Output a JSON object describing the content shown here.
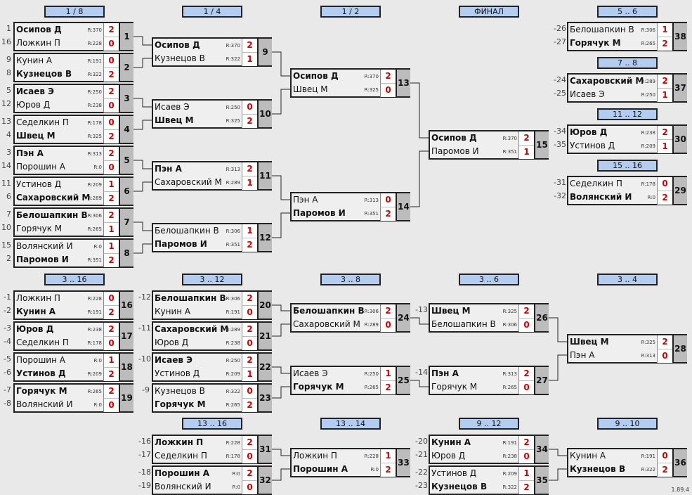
{
  "headers": [
    {
      "label": "1 / 8"
    },
    {
      "label": "1 / 4"
    },
    {
      "label": "1 / 2"
    },
    {
      "label": "ФИНАЛ"
    },
    {
      "label": "5 .. 6"
    },
    {
      "label": "7 .. 8"
    },
    {
      "label": "11 .. 12"
    },
    {
      "label": "15 .. 16"
    },
    {
      "label": "3 .. 16"
    },
    {
      "label": "3 .. 12"
    },
    {
      "label": "3 .. 8"
    },
    {
      "label": "3 .. 6"
    },
    {
      "label": "3 .. 4"
    },
    {
      "label": "13 .. 16"
    },
    {
      "label": "13 .. 14"
    },
    {
      "label": "9 .. 12"
    },
    {
      "label": "9 .. 10"
    }
  ],
  "matches": [
    {
      "no": "1",
      "p1": {
        "seed": "1",
        "name": "Осипов Д",
        "rating": "R:370",
        "score": "2",
        "win": true
      },
      "p2": {
        "seed": "16",
        "name": "Ложкин П",
        "rating": "R:228",
        "score": "0",
        "win": false
      }
    },
    {
      "no": "2",
      "p1": {
        "seed": "9",
        "name": "Кунин А",
        "rating": "R:191",
        "score": "0",
        "win": false
      },
      "p2": {
        "seed": "8",
        "name": "Кузнецов В",
        "rating": "R:322",
        "score": "2",
        "win": true
      }
    },
    {
      "no": "3",
      "p1": {
        "seed": "5",
        "name": "Исаев Э",
        "rating": "R:250",
        "score": "2",
        "win": true
      },
      "p2": {
        "seed": "12",
        "name": "Юров Д",
        "rating": "R:238",
        "score": "0",
        "win": false
      }
    },
    {
      "no": "4",
      "p1": {
        "seed": "13",
        "name": "Седелкин П",
        "rating": "R:178",
        "score": "0",
        "win": false
      },
      "p2": {
        "seed": "4",
        "name": "Швец М",
        "rating": "R:325",
        "score": "2",
        "win": true
      }
    },
    {
      "no": "5",
      "p1": {
        "seed": "3",
        "name": "Пэн А",
        "rating": "R:313",
        "score": "2",
        "win": true
      },
      "p2": {
        "seed": "14",
        "name": "Порошин А",
        "rating": "R:0",
        "score": "0",
        "win": false
      }
    },
    {
      "no": "6",
      "p1": {
        "seed": "11",
        "name": "Устинов Д",
        "rating": "R:209",
        "score": "1",
        "win": false
      },
      "p2": {
        "seed": "6",
        "name": "Сахаровский М",
        "rating": "R:289",
        "score": "2",
        "win": true
      }
    },
    {
      "no": "7",
      "p1": {
        "seed": "7",
        "name": "Белошапкин В",
        "rating": "R:306",
        "score": "2",
        "win": true
      },
      "p2": {
        "seed": "10",
        "name": "Горячук М",
        "rating": "R:265",
        "score": "1",
        "win": false
      }
    },
    {
      "no": "8",
      "p1": {
        "seed": "15",
        "name": "Волянский И",
        "rating": "R:0",
        "score": "1",
        "win": false
      },
      "p2": {
        "seed": "2",
        "name": "Паромов И",
        "rating": "R:351",
        "score": "2",
        "win": true
      }
    },
    {
      "no": "9",
      "p1": {
        "seed": "",
        "name": "Осипов Д",
        "rating": "R:370",
        "score": "2",
        "win": true
      },
      "p2": {
        "seed": "",
        "name": "Кузнецов В",
        "rating": "R:322",
        "score": "1",
        "win": false
      }
    },
    {
      "no": "10",
      "p1": {
        "seed": "",
        "name": "Исаев Э",
        "rating": "R:250",
        "score": "0",
        "win": false
      },
      "p2": {
        "seed": "",
        "name": "Швец М",
        "rating": "R:325",
        "score": "2",
        "win": true
      }
    },
    {
      "no": "11",
      "p1": {
        "seed": "",
        "name": "Пэн А",
        "rating": "R:313",
        "score": "2",
        "win": true
      },
      "p2": {
        "seed": "",
        "name": "Сахаровский М",
        "rating": "R:289",
        "score": "1",
        "win": false
      }
    },
    {
      "no": "12",
      "p1": {
        "seed": "",
        "name": "Белошапкин В",
        "rating": "R:306",
        "score": "1",
        "win": false
      },
      "p2": {
        "seed": "",
        "name": "Паромов И",
        "rating": "R:351",
        "score": "2",
        "win": true
      }
    },
    {
      "no": "13",
      "p1": {
        "seed": "",
        "name": "Осипов Д",
        "rating": "R:370",
        "score": "2",
        "win": true
      },
      "p2": {
        "seed": "",
        "name": "Швец М",
        "rating": "R:325",
        "score": "0",
        "win": false
      }
    },
    {
      "no": "14",
      "p1": {
        "seed": "",
        "name": "Пэн А",
        "rating": "R:313",
        "score": "0",
        "win": false
      },
      "p2": {
        "seed": "",
        "name": "Паромов И",
        "rating": "R:351",
        "score": "2",
        "win": true
      }
    },
    {
      "no": "15",
      "p1": {
        "seed": "",
        "name": "Осипов Д",
        "rating": "R:370",
        "score": "2",
        "win": true
      },
      "p2": {
        "seed": "",
        "name": "Паромов И",
        "rating": "R:351",
        "score": "1",
        "win": false
      }
    },
    {
      "no": "38",
      "p1": {
        "seed": "-26",
        "name": "Белошапкин В",
        "rating": "R:306",
        "score": "1",
        "win": false
      },
      "p2": {
        "seed": "-27",
        "name": "Горячук М",
        "rating": "R:265",
        "score": "2",
        "win": true
      }
    },
    {
      "no": "37",
      "p1": {
        "seed": "-24",
        "name": "Сахаровский М",
        "rating": "R:289",
        "score": "2",
        "win": true
      },
      "p2": {
        "seed": "-25",
        "name": "Исаев Э",
        "rating": "R:250",
        "score": "1",
        "win": false
      }
    },
    {
      "no": "30",
      "p1": {
        "seed": "-34",
        "name": "Юров Д",
        "rating": "R:238",
        "score": "2",
        "win": true
      },
      "p2": {
        "seed": "-35",
        "name": "Устинов Д",
        "rating": "R:209",
        "score": "1",
        "win": false
      }
    },
    {
      "no": "29",
      "p1": {
        "seed": "-31",
        "name": "Седелкин П",
        "rating": "R:178",
        "score": "0",
        "win": false
      },
      "p2": {
        "seed": "-32",
        "name": "Волянский И",
        "rating": "R:0",
        "score": "2",
        "win": true
      }
    },
    {
      "no": "16",
      "p1": {
        "seed": "-1",
        "name": "Ложкин П",
        "rating": "R:228",
        "score": "0",
        "win": false
      },
      "p2": {
        "seed": "-2",
        "name": "Кунин А",
        "rating": "R:191",
        "score": "2",
        "win": true
      }
    },
    {
      "no": "17",
      "p1": {
        "seed": "-3",
        "name": "Юров Д",
        "rating": "R:238",
        "score": "2",
        "win": true
      },
      "p2": {
        "seed": "-4",
        "name": "Седелкин П",
        "rating": "R:178",
        "score": "0",
        "win": false
      }
    },
    {
      "no": "18",
      "p1": {
        "seed": "-5",
        "name": "Порошин А",
        "rating": "R:0",
        "score": "1",
        "win": false
      },
      "p2": {
        "seed": "-6",
        "name": "Устинов Д",
        "rating": "R:209",
        "score": "2",
        "win": true
      }
    },
    {
      "no": "19",
      "p1": {
        "seed": "-7",
        "name": "Горячук М",
        "rating": "R:265",
        "score": "2",
        "win": true
      },
      "p2": {
        "seed": "-8",
        "name": "Волянский И",
        "rating": "R:0",
        "score": "0",
        "win": false
      }
    },
    {
      "no": "20",
      "p1": {
        "seed": "-12",
        "name": "Белошапкин В",
        "rating": "R:306",
        "score": "2",
        "win": true
      },
      "p2": {
        "seed": "",
        "name": "Кунин А",
        "rating": "R:191",
        "score": "0",
        "win": false
      }
    },
    {
      "no": "21",
      "p1": {
        "seed": "-11",
        "name": "Сахаровский М",
        "rating": "R:289",
        "score": "2",
        "win": true
      },
      "p2": {
        "seed": "",
        "name": "Юров Д",
        "rating": "R:238",
        "score": "0",
        "win": false
      }
    },
    {
      "no": "22",
      "p1": {
        "seed": "-10",
        "name": "Исаев Э",
        "rating": "R:250",
        "score": "2",
        "win": true
      },
      "p2": {
        "seed": "",
        "name": "Устинов Д",
        "rating": "R:209",
        "score": "1",
        "win": false
      }
    },
    {
      "no": "23",
      "p1": {
        "seed": "-9",
        "name": "Кузнецов В",
        "rating": "R:322",
        "score": "0",
        "win": false
      },
      "p2": {
        "seed": "",
        "name": "Горячук М",
        "rating": "R:265",
        "score": "2",
        "win": true
      }
    },
    {
      "no": "24",
      "p1": {
        "seed": "",
        "name": "Белошапкин В",
        "rating": "R:306",
        "score": "2",
        "win": true
      },
      "p2": {
        "seed": "",
        "name": "Сахаровский М",
        "rating": "R:289",
        "score": "0",
        "win": false
      }
    },
    {
      "no": "25",
      "p1": {
        "seed": "",
        "name": "Исаев Э",
        "rating": "R:250",
        "score": "1",
        "win": false
      },
      "p2": {
        "seed": "",
        "name": "Горячук М",
        "rating": "R:265",
        "score": "2",
        "win": true
      }
    },
    {
      "no": "26",
      "p1": {
        "seed": "-13",
        "name": "Швец М",
        "rating": "R:325",
        "score": "2",
        "win": true
      },
      "p2": {
        "seed": "",
        "name": "Белошапкин В",
        "rating": "R:306",
        "score": "0",
        "win": false
      }
    },
    {
      "no": "27",
      "p1": {
        "seed": "-14",
        "name": "Пэн А",
        "rating": "R:313",
        "score": "2",
        "win": true
      },
      "p2": {
        "seed": "",
        "name": "Горячук М",
        "rating": "R:265",
        "score": "0",
        "win": false
      }
    },
    {
      "no": "28",
      "p1": {
        "seed": "",
        "name": "Швец М",
        "rating": "R:325",
        "score": "2",
        "win": true
      },
      "p2": {
        "seed": "",
        "name": "Пэн А",
        "rating": "R:313",
        "score": "0",
        "win": false
      }
    },
    {
      "no": "31",
      "p1": {
        "seed": "-16",
        "name": "Ложкин П",
        "rating": "R:228",
        "score": "2",
        "win": true
      },
      "p2": {
        "seed": "-17",
        "name": "Седелкин П",
        "rating": "R:178",
        "score": "0",
        "win": false
      }
    },
    {
      "no": "32",
      "p1": {
        "seed": "-18",
        "name": "Порошин А",
        "rating": "R:0",
        "score": "2",
        "win": true
      },
      "p2": {
        "seed": "-19",
        "name": "Волянский И",
        "rating": "R:0",
        "score": "0",
        "win": false
      }
    },
    {
      "no": "33",
      "p1": {
        "seed": "",
        "name": "Ложкин П",
        "rating": "R:228",
        "score": "1",
        "win": false
      },
      "p2": {
        "seed": "",
        "name": "Порошин А",
        "rating": "R:0",
        "score": "2",
        "win": true
      }
    },
    {
      "no": "34",
      "p1": {
        "seed": "-20",
        "name": "Кунин А",
        "rating": "R:191",
        "score": "2",
        "win": true
      },
      "p2": {
        "seed": "-21",
        "name": "Юров Д",
        "rating": "R:238",
        "score": "0",
        "win": false
      }
    },
    {
      "no": "35",
      "p1": {
        "seed": "-22",
        "name": "Устинов Д",
        "rating": "R:209",
        "score": "1",
        "win": false
      },
      "p2": {
        "seed": "-23",
        "name": "Кузнецов В",
        "rating": "R:322",
        "score": "2",
        "win": true
      }
    },
    {
      "no": "36",
      "p1": {
        "seed": "",
        "name": "Кунин А",
        "rating": "R:191",
        "score": "0",
        "win": false
      },
      "p2": {
        "seed": "",
        "name": "Кузнецов В",
        "rating": "R:322",
        "score": "2",
        "win": true
      }
    }
  ],
  "version": "1.89.4"
}
